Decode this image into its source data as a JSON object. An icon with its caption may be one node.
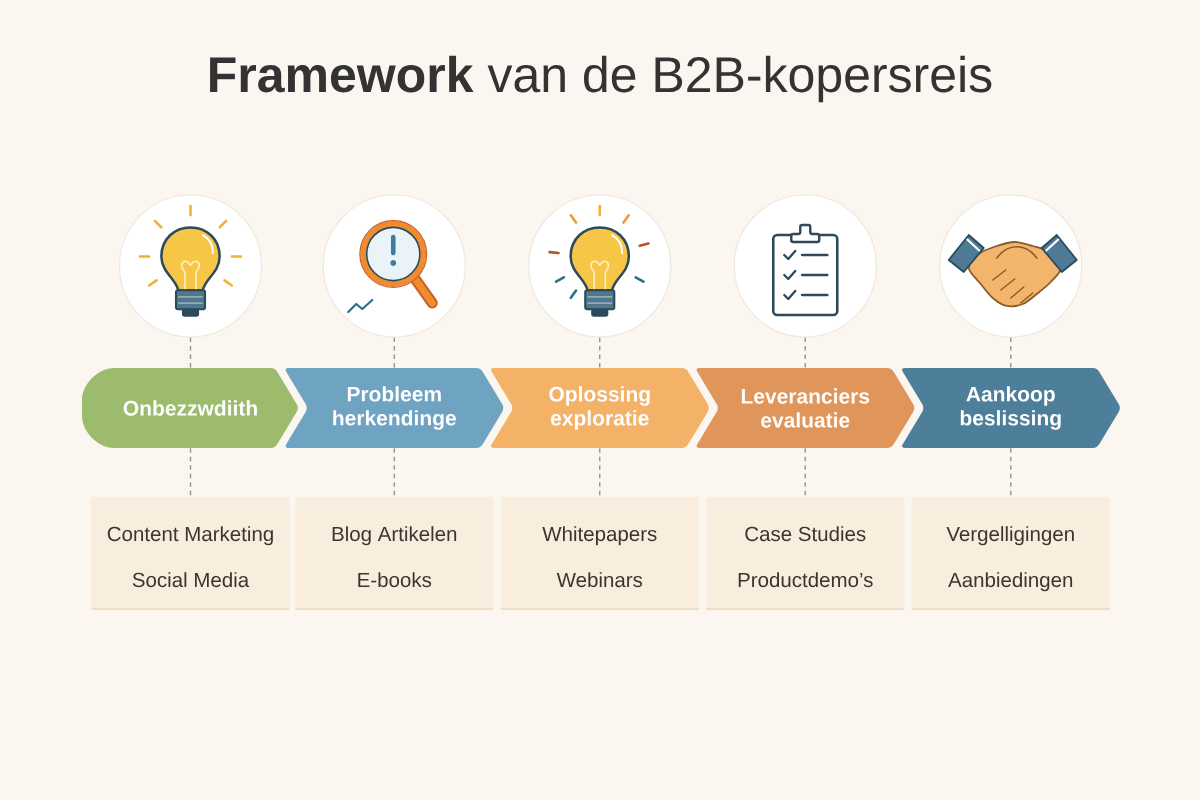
{
  "diagram": {
    "title": "**Framework** van de B2B-kopersreis",
    "nodes": [
      {
        "text": [],
        "shape": "circle"
      },
      {
        "text": [],
        "shape": "circle"
      },
      {
        "text": [],
        "shape": "circle"
      },
      {
        "text": [],
        "shape": "circle"
      },
      {
        "text": [],
        "shape": "circle"
      },
      {
        "text": [
          "Onbezzwdiith"
        ]
      },
      {
        "text": [
          "Probleem herkendinge"
        ]
      },
      {
        "text": [
          "Oplossing exploratie"
        ]
      },
      {
        "text": [
          "Leveranciers evaluatie"
        ]
      },
      {
        "text": [
          "Aankoop beslissing"
        ]
      },
      {
        "text": [
          "Content Marketing",
          "Social Media"
        ]
      },
      {
        "text": [
          "Blog Artikelen",
          "E-books"
        ]
      },
      {
        "text": [
          "Whitepapers",
          "Webinars"
        ]
      },
      {
        "text": [
          "Case Studies",
          "Productdemo’s"
        ]
      },
      {
        "text": [
          "Vergelligingen",
          "Aanbiedingen"
        ]
      }
    ],
    "edges": [
      {
        "from": 0,
        "to": 5,
        "arrow": "none",
        "style": "dashed"
      },
      {
        "from": 1,
        "to": 6,
        "arrow": "none",
        "style": "dashed"
      },
      {
        "from": 2,
        "to": 7,
        "arrow": "none",
        "style": "dashed"
      },
      {
        "from": 3,
        "to": 8,
        "arrow": "none",
        "style": "dashed"
      },
      {
        "from": 4,
        "to": 9,
        "arrow": "none",
        "style": "dashed"
      },
      {
        "from": 5,
        "to": 10,
        "arrow": "none",
        "style": "dashed"
      },
      {
        "from": 6,
        "to": 11,
        "arrow": "none",
        "style": "dashed"
      },
      {
        "from": 7,
        "to": 12,
        "arrow": "none",
        "style": "dashed"
      },
      {
        "from": 8,
        "to": 13,
        "arrow": "none",
        "style": "dashed"
      },
      {
        "from": 9,
        "to": 14,
        "arrow": "none",
        "style": "dashed"
      }
    ]
  }
}
